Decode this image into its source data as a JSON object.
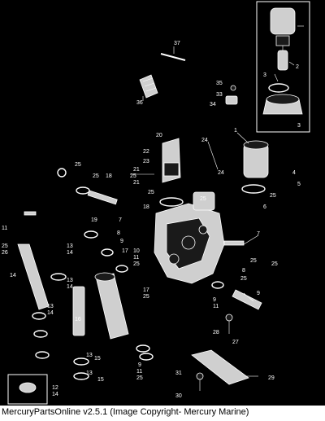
{
  "caption": "MercuryPartsOnline v2.5.1 (Image Copyright- Mercury Marine)",
  "callouts": [
    {
      "id": "c1",
      "text": "1"
    },
    {
      "id": "c2",
      "text": "2"
    },
    {
      "id": "c3a",
      "text": "3"
    },
    {
      "id": "c3b",
      "text": "3"
    },
    {
      "id": "c4",
      "text": "4"
    },
    {
      "id": "c5",
      "text": "5"
    },
    {
      "id": "c6",
      "text": "6"
    },
    {
      "id": "c7a",
      "text": "7"
    },
    {
      "id": "c7b",
      "text": "7"
    },
    {
      "id": "c8a",
      "text": "8"
    },
    {
      "id": "c8b",
      "text": "8"
    },
    {
      "id": "c9a",
      "text": "9"
    },
    {
      "id": "c9b",
      "text": "9"
    },
    {
      "id": "c9c",
      "text": "9"
    },
    {
      "id": "c9d",
      "text": "9"
    },
    {
      "id": "c10",
      "text": "10"
    },
    {
      "id": "c11a",
      "text": "11"
    },
    {
      "id": "c11b",
      "text": "11"
    },
    {
      "id": "c11c",
      "text": "11"
    },
    {
      "id": "c11d",
      "text": "11"
    },
    {
      "id": "c12",
      "text": "12"
    },
    {
      "id": "c13a",
      "text": "13"
    },
    {
      "id": "c13b",
      "text": "13"
    },
    {
      "id": "c13c",
      "text": "13"
    },
    {
      "id": "c13d",
      "text": "13"
    },
    {
      "id": "c13e",
      "text": "13"
    },
    {
      "id": "c14a",
      "text": "14"
    },
    {
      "id": "c14b",
      "text": "14"
    },
    {
      "id": "c14c",
      "text": "14"
    },
    {
      "id": "c14d",
      "text": "14"
    },
    {
      "id": "c14e",
      "text": "14"
    },
    {
      "id": "c15a",
      "text": "15"
    },
    {
      "id": "c15b",
      "text": "15"
    },
    {
      "id": "c16",
      "text": "16"
    },
    {
      "id": "c17a",
      "text": "17"
    },
    {
      "id": "c17b",
      "text": "17"
    },
    {
      "id": "c18a",
      "text": "18"
    },
    {
      "id": "c18b",
      "text": "18"
    },
    {
      "id": "c19",
      "text": "19"
    },
    {
      "id": "c20",
      "text": "20"
    },
    {
      "id": "c21a",
      "text": "21"
    },
    {
      "id": "c21b",
      "text": "21"
    },
    {
      "id": "c22",
      "text": "22"
    },
    {
      "id": "c23",
      "text": "23"
    },
    {
      "id": "c24a",
      "text": "24"
    },
    {
      "id": "c24b",
      "text": "24"
    },
    {
      "id": "c25a",
      "text": "25"
    },
    {
      "id": "c25b",
      "text": "25"
    },
    {
      "id": "c25c",
      "text": "25"
    },
    {
      "id": "c25d",
      "text": "25"
    },
    {
      "id": "c25e",
      "text": "25"
    },
    {
      "id": "c25f",
      "text": "25"
    },
    {
      "id": "c25g",
      "text": "25"
    },
    {
      "id": "c25h",
      "text": "25"
    },
    {
      "id": "c25i",
      "text": "25"
    },
    {
      "id": "c25j",
      "text": "25"
    },
    {
      "id": "c25k",
      "text": "25"
    },
    {
      "id": "c25l",
      "text": "25"
    },
    {
      "id": "c25m",
      "text": "25"
    },
    {
      "id": "c26",
      "text": "26"
    },
    {
      "id": "c27",
      "text": "27"
    },
    {
      "id": "c28",
      "text": "28"
    },
    {
      "id": "c29",
      "text": "29"
    },
    {
      "id": "c30",
      "text": "30"
    },
    {
      "id": "c31",
      "text": "31"
    },
    {
      "id": "c33",
      "text": "33"
    },
    {
      "id": "c34",
      "text": "34"
    },
    {
      "id": "c35",
      "text": "35"
    },
    {
      "id": "c36",
      "text": "36"
    },
    {
      "id": "c37",
      "text": "37"
    }
  ]
}
